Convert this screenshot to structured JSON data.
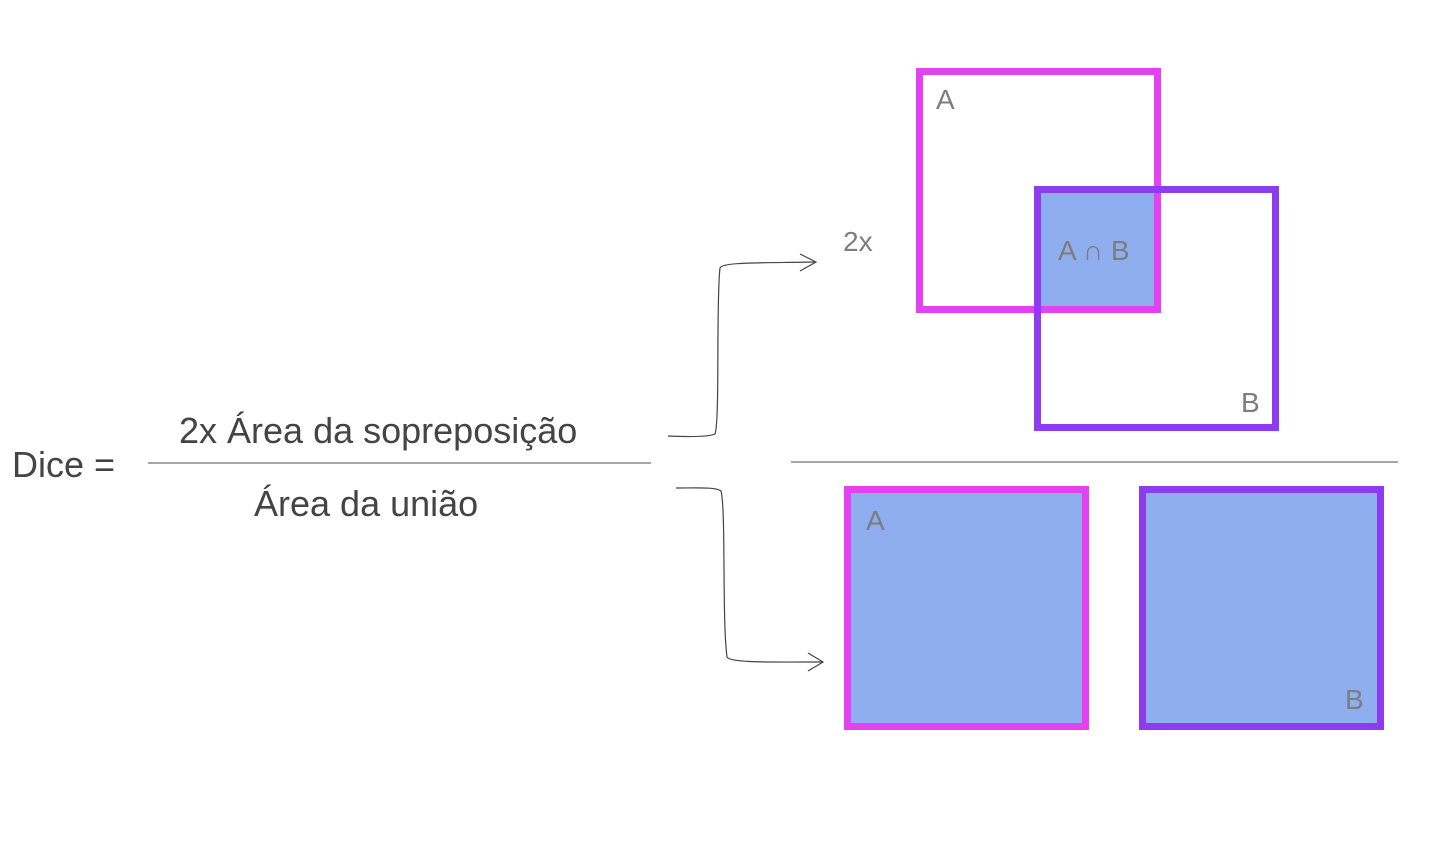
{
  "formula": {
    "lhs": "Dice =",
    "numerator": "2x Área da sopreposição",
    "denominator": "Área da união"
  },
  "numerator_diagram": {
    "multiplier": "2x",
    "box_a_label": "A",
    "box_b_label": "B",
    "intersection_label": "A ∩ B"
  },
  "denominator_diagram": {
    "box_a_label": "A",
    "box_b_label": "B"
  },
  "colors": {
    "set_a_border": "#e442f0",
    "set_b_border": "#8e3cf0",
    "fill": "#8faef0",
    "text": "#444444",
    "label_text": "#7d7d7d",
    "rule_line": "#888888"
  }
}
